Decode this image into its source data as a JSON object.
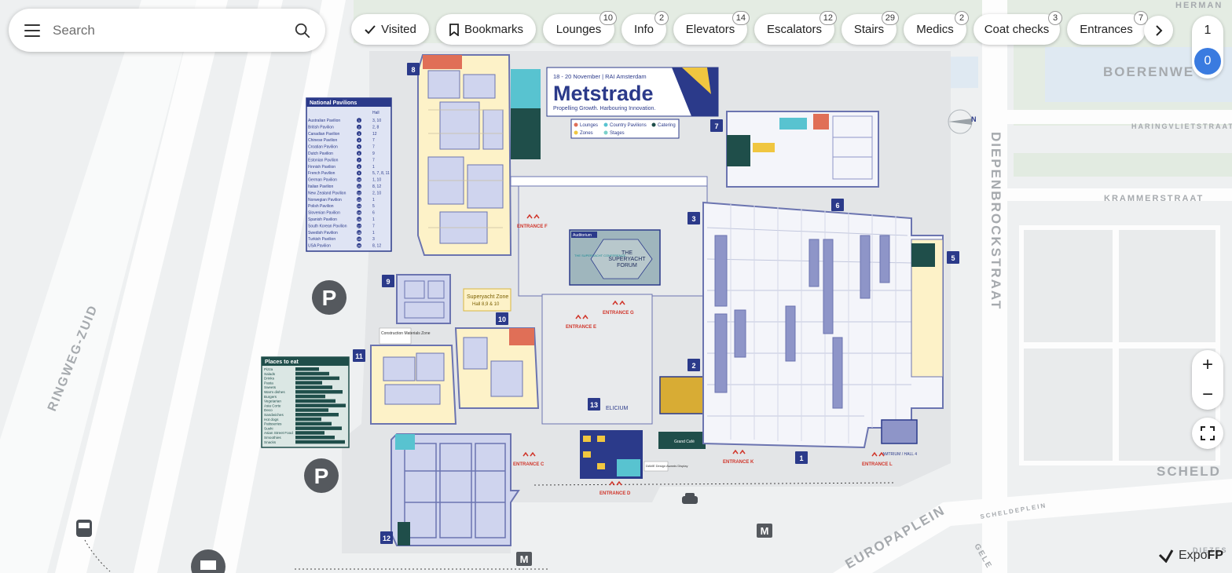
{
  "search": {
    "placeholder": "Search"
  },
  "filters": [
    {
      "label": "Visited",
      "icon": "check-icon"
    },
    {
      "label": "Bookmarks",
      "icon": "bookmark-icon"
    },
    {
      "label": "Lounges",
      "count": "10"
    },
    {
      "label": "Info",
      "count": "2"
    },
    {
      "label": "Elevators",
      "count": "14"
    },
    {
      "label": "Escalators",
      "count": "12"
    },
    {
      "label": "Stairs",
      "count": "29"
    },
    {
      "label": "Medics",
      "count": "2"
    },
    {
      "label": "Coat checks",
      "count": "3"
    },
    {
      "label": "Entrances",
      "count": "7"
    }
  ],
  "floors": {
    "upper": "1",
    "current": "0"
  },
  "zoom": {
    "in": "+",
    "out": "−"
  },
  "brand": {
    "name_a": "Expo",
    "name_b": "FP"
  },
  "streets": {
    "herman": "HERMAN",
    "boerenwe": "BOERENWE",
    "haringvliet": "HARINGVLIETSTRAAT",
    "krammer": "KRAMMERSTRAAT",
    "diepenbrock": "DIEPENBROCKSTRAAT",
    "ringweg": "RINGWEG-ZUID",
    "scheld": "SCHELD",
    "scheldeplein": "SCHELDEPLEIN",
    "europaplein": "EUROPAPLEIN",
    "geleen": "GELE",
    "diezes": "DIEZES"
  },
  "parking": "P",
  "metro": "M",
  "banner": {
    "dates": "18 - 20 November | RAI Amsterdam",
    "name": "Metstrade",
    "tagline": "Propelling Growth. Harbouring Innovation.",
    "legend": [
      "Lounges",
      "Country Pavilions",
      "Catering",
      "Zones",
      "Stages"
    ]
  },
  "pavilions": {
    "title": "National Pavilions",
    "col": "Hall",
    "rows": [
      [
        "Australian Pavilion",
        "1",
        "3, 10"
      ],
      [
        "British Pavilion",
        "2",
        "2, 8"
      ],
      [
        "Canadian Pavilion",
        "3",
        "12"
      ],
      [
        "Chinese Pavilion",
        "4",
        "7"
      ],
      [
        "Croatian Pavilion",
        "5",
        "7"
      ],
      [
        "Dutch Pavilion",
        "6",
        "9"
      ],
      [
        "Estonian Pavilion",
        "7",
        "7"
      ],
      [
        "Finnish Pavilion",
        "8",
        "1"
      ],
      [
        "French Pavilion",
        "9",
        "5, 7, 8, 11"
      ],
      [
        "German Pavilion",
        "10",
        "1, 10"
      ],
      [
        "Italian Pavilion",
        "11",
        "8, 12"
      ],
      [
        "New Zealand Pavilion",
        "12",
        "2, 10"
      ],
      [
        "Norwegian Pavilion",
        "13",
        "1"
      ],
      [
        "Polish Pavilion",
        "14",
        "5"
      ],
      [
        "Slovenian Pavilion",
        "15",
        "6"
      ],
      [
        "Spanish Pavilion",
        "16",
        "1"
      ],
      [
        "South Korean Pavilion",
        "17",
        "7"
      ],
      [
        "Swedish Pavilion",
        "18",
        "1"
      ],
      [
        "Turkish Pavilion",
        "19",
        "3"
      ],
      [
        "USA Pavilion",
        "20",
        "8, 12"
      ]
    ]
  },
  "places_to_eat": {
    "title": "Places to eat",
    "rows": [
      "Pizza",
      "Salads",
      "Drinks",
      "Pasta",
      "Sweets",
      "Warm dishes",
      "Burgers",
      "Vegetarian",
      "Asia Corte",
      "Deco",
      "Sandwiches",
      "Hot dogs",
      "Patisseries",
      "Sushi",
      "Asian Street Food",
      "Smoothies",
      "Snacks"
    ]
  },
  "halls": [
    "1",
    "2",
    "3",
    "5",
    "6",
    "7",
    "8",
    "9",
    "10",
    "11",
    "12",
    "13"
  ],
  "entrances": [
    "ENTRANCE F",
    "ENTRANCE G",
    "ENTRANCE E",
    "ENTRANCE C",
    "ENTRANCE D",
    "ENTRANCE K",
    "ENTRANCE L"
  ],
  "labels": {
    "auditorium": "Auditorium",
    "forum_line1": "THE",
    "forum_line2": "SUPERYACHT",
    "forum_line3": "FORUM",
    "conference": "THE SUPERYACHT CONFERENCE",
    "superyacht_zone": "Superyacht Zone",
    "superyacht_zone_halls": "Hall 8,9 & 10",
    "construction": "Construction Materials Zone",
    "elicium": "ELICIUM",
    "amtrium": "AMTRIUM / HALL 4",
    "dame": "DAME Design Awards Display",
    "grand_cafe": "Grand Café"
  }
}
